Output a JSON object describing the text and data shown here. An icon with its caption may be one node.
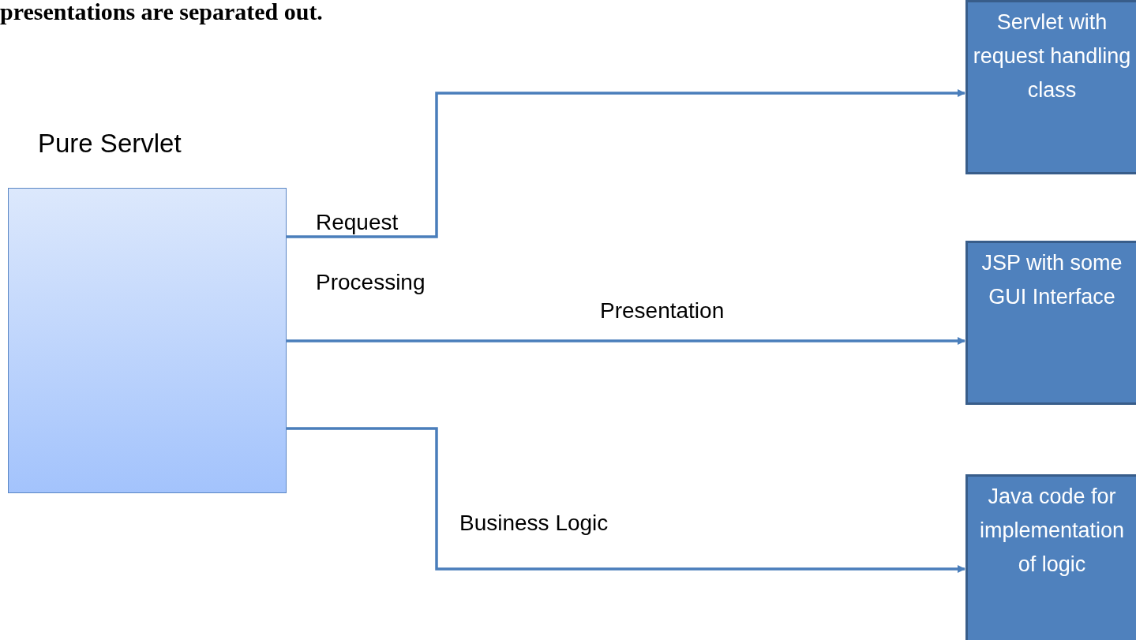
{
  "diagram": {
    "title": "presentations are separated out.",
    "nodes": [
      {
        "text": [
          "Pure Servlet"
        ]
      },
      {
        "text": [
          "Servlet with request handling class"
        ]
      },
      {
        "text": [
          "JSP with some GUI Interface"
        ]
      },
      {
        "text": [
          "Java code for implementation of logic"
        ]
      }
    ],
    "edges": [
      {
        "from": 0,
        "to": 1,
        "arrow": "to",
        "label": "Request Processing"
      },
      {
        "from": 0,
        "to": 2,
        "arrow": "to",
        "label": "Presentation"
      },
      {
        "from": 0,
        "to": 3,
        "arrow": "to",
        "label": "Business Logic"
      }
    ]
  }
}
